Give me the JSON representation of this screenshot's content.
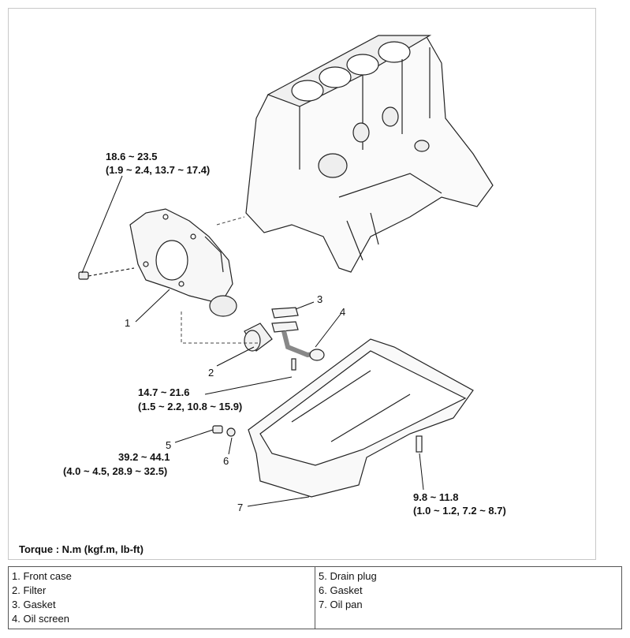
{
  "callouts": {
    "n1": "1",
    "n2": "2",
    "n3": "3",
    "n4": "4",
    "n5": "5",
    "n6": "6",
    "n7": "7"
  },
  "torques": {
    "front_case": {
      "line1": "18.6 ~ 23.5",
      "line2": "(1.9 ~ 2.4, 13.7 ~ 17.4)"
    },
    "oil_screen": {
      "line1": "14.7 ~ 21.6",
      "line2": "(1.5 ~ 2.2, 10.8 ~ 15.9)"
    },
    "drain_plug": {
      "line1": "39.2 ~ 44.1",
      "line2": "(4.0 ~ 4.5, 28.9 ~ 32.5)"
    },
    "oil_pan": {
      "line1": "9.8 ~ 11.8",
      "line2": "(1.0 ~ 1.2, 7.2 ~ 8.7)"
    }
  },
  "torque_note": "Torque : N.m (kgf.m, lb-ft)",
  "legend": {
    "left": [
      "1. Front case",
      "2. Filter",
      "3. Gasket",
      "4. Oil screen"
    ],
    "right": [
      "5. Drain plug",
      "6. Gasket",
      "7. Oil pan"
    ]
  }
}
